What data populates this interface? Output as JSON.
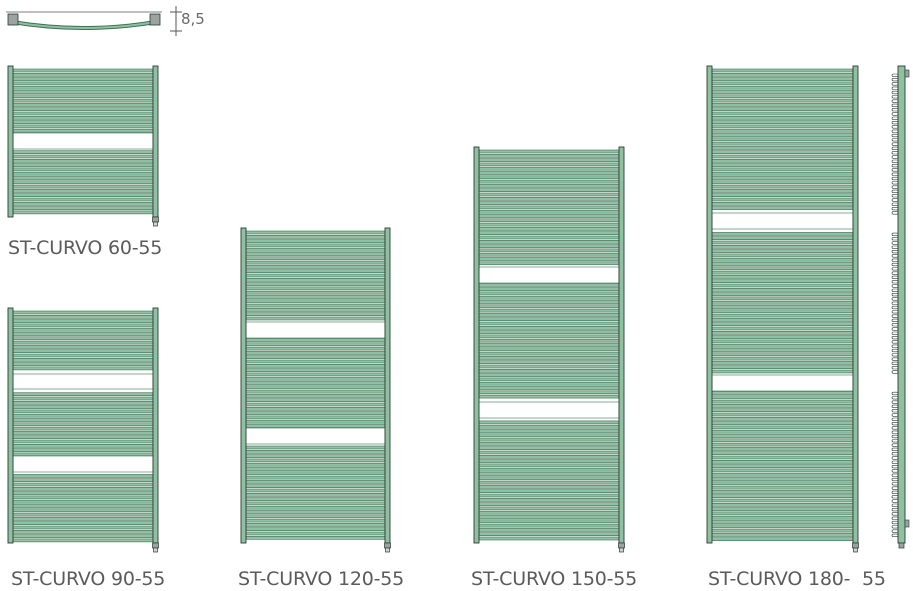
{
  "colors": {
    "tube": "#8fc0a2",
    "tube_dark": "#3f6f55",
    "outline": "#2c3a33",
    "valve": "#9aa39f"
  },
  "dimension_label": "8,5",
  "models": [
    {
      "id": "60-55",
      "label": "ST-CURVO 60-55"
    },
    {
      "id": "90-55",
      "label": "ST-CURVO 90-55"
    },
    {
      "id": "120-55",
      "label": "ST-CURVO 120-55"
    },
    {
      "id": "150-55",
      "label": "ST-CURVO 150-55"
    },
    {
      "id": "180-55",
      "label": "ST-CURVO 180-  55"
    }
  ]
}
